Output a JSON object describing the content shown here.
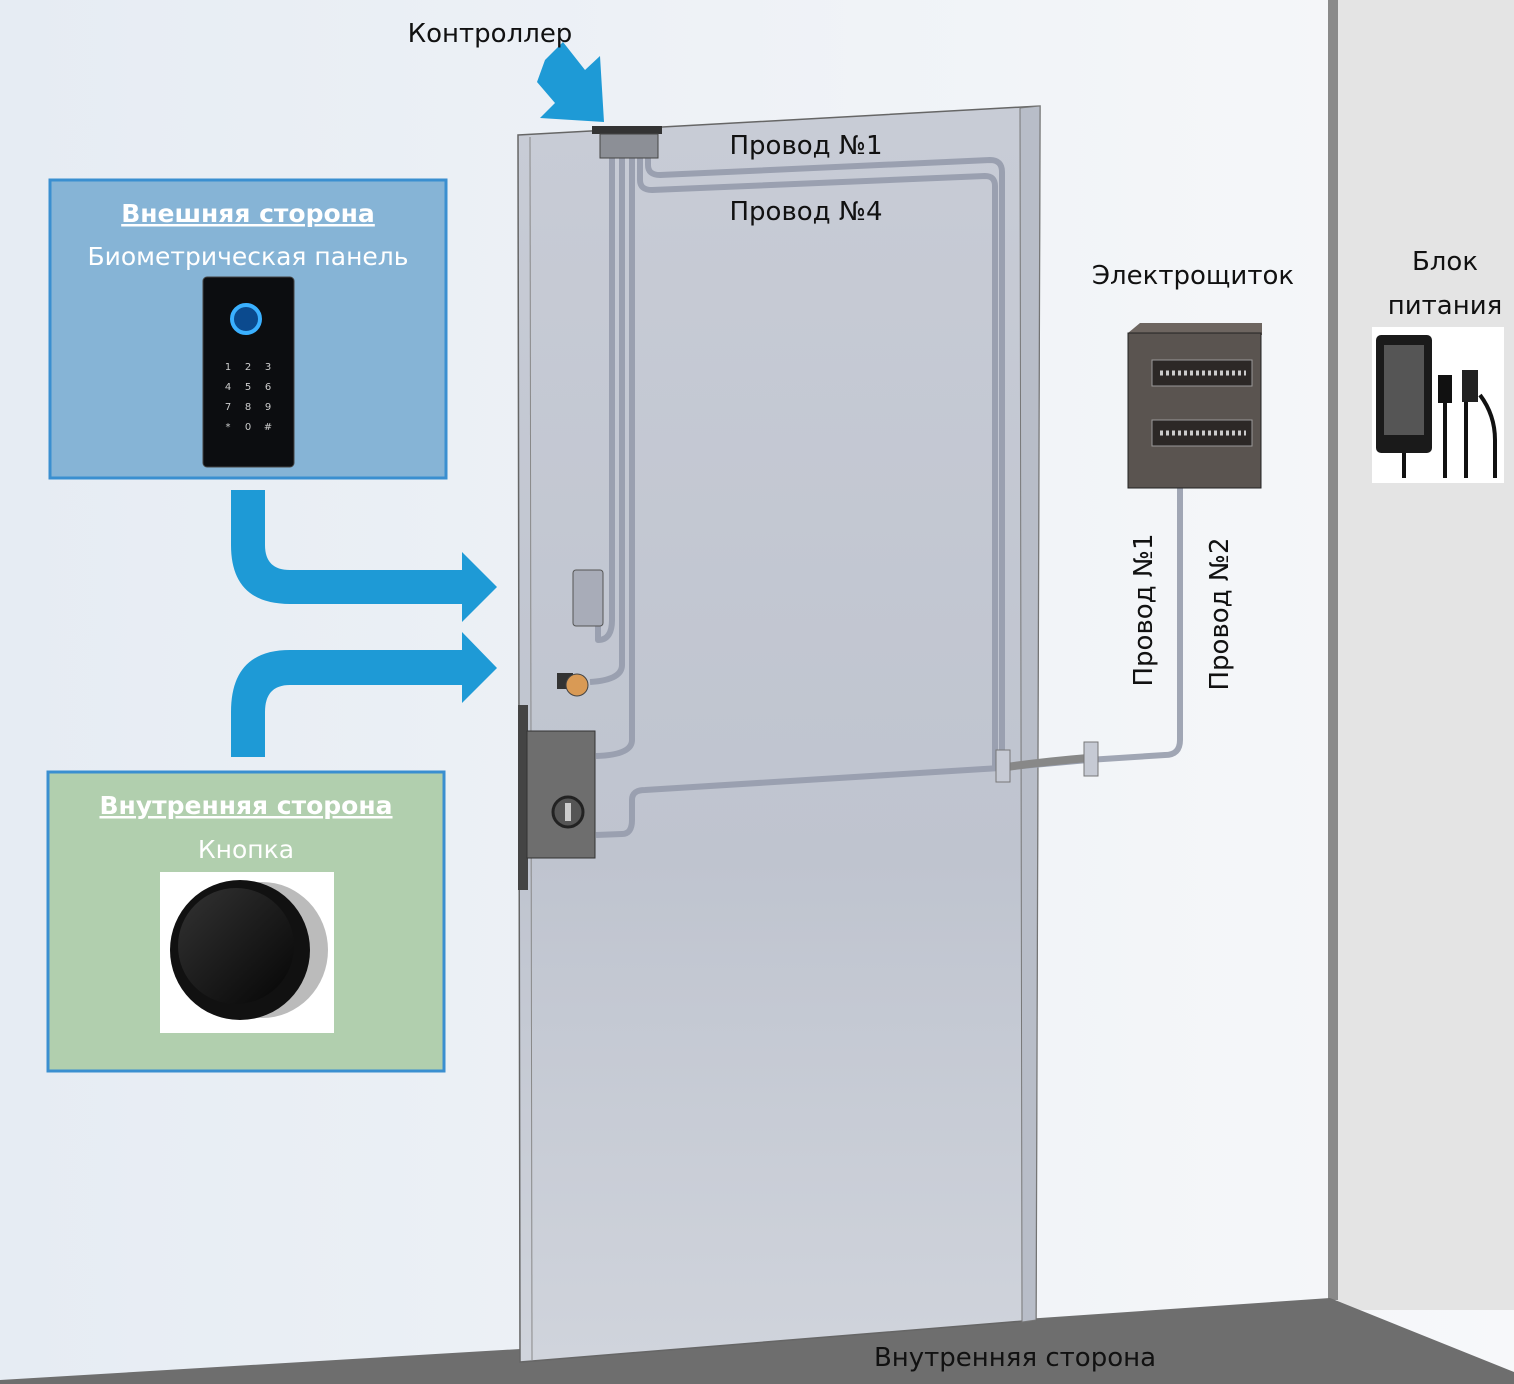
{
  "labels": {
    "controller": "Контроллер",
    "wire1_top": "Провод №1",
    "wire4": "Провод №4",
    "electrical_panel": "Электрощиток",
    "power_supply_line1": "Блок",
    "power_supply_line2": "питания",
    "wire1_side": "Провод №1",
    "wire2_side": "Провод №2",
    "floor_label": "Внутренняя сторона"
  },
  "outer_box": {
    "title": "Внешняя сторона",
    "subtitle": "Биометрическая панель",
    "keypad": [
      "1",
      "2",
      "3",
      "4",
      "5",
      "6",
      "7",
      "8",
      "9",
      "*",
      "0",
      "#"
    ]
  },
  "inner_box": {
    "title": "Внутренняя сторона",
    "subtitle": "Кнопка"
  },
  "colors": {
    "arrow": "#1e9ad6",
    "outer_box": "#86b4d6",
    "inner_box": "#b1cfae",
    "box_border": "#3a8fd0",
    "door": "#c3c8d3",
    "lock": "#6b6b6b",
    "panel": "#5a5450"
  }
}
